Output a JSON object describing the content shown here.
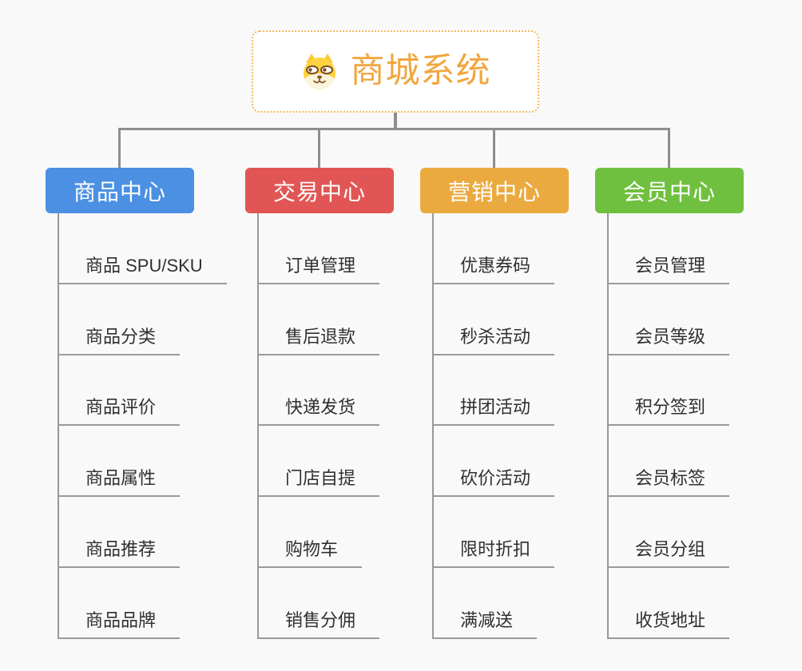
{
  "root": {
    "title": "商城系统",
    "icon": "shiba-dog-icon"
  },
  "branches": [
    {
      "label": "商品中心",
      "color": "#4B90E2",
      "children": [
        "商品 SPU/SKU",
        "商品分类",
        "商品评价",
        "商品属性",
        "商品推荐",
        "商品品牌"
      ]
    },
    {
      "label": "交易中心",
      "color": "#E15654",
      "children": [
        "订单管理",
        "售后退款",
        "快递发货",
        "门店自提",
        "购物车",
        "销售分佣"
      ]
    },
    {
      "label": "营销中心",
      "color": "#EBAA40",
      "children": [
        "优惠券码",
        "秒杀活动",
        "拼团活动",
        "砍价活动",
        "限时折扣",
        "满减送"
      ]
    },
    {
      "label": "会员中心",
      "color": "#70C040",
      "children": [
        "会员管理",
        "会员等级",
        "积分签到",
        "会员标签",
        "会员分组",
        "收货地址"
      ]
    }
  ],
  "colors": {
    "background": "#F9F9F9",
    "connector": "#8E8E8E",
    "child_line": "#9A9A9A",
    "child_text": "#303030",
    "root_border": "#F3B95F",
    "root_title": "#F1A63E"
  }
}
